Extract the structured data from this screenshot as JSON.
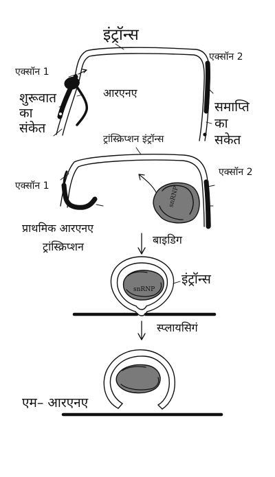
{
  "labels": {
    "intron_top": "इंट्रॉन्स",
    "exon1_top": "एक्सॉन 1",
    "exon2_top": "एक्सॉन 2",
    "start_signal": "शुरूवात\nका\nसंकेत",
    "rna": "आरएनए",
    "stop_signal": "समाप्ति\nका\nसकेत",
    "transcription_intron": "ट्रांस्क्रिप्शन इंट्रॉन्स",
    "exon1_mid": "एक्सॉन 1",
    "exon2_mid": "एक्सॉन 2",
    "primary_rna": "प्राथमिक आरएनए",
    "transcription": "ट्रांस्क्रिप्शन",
    "binding": "बाइडिग",
    "intron_loop": "इंट्रॉन्स",
    "splicing": "स्प्लायसिगं",
    "mrna": "एम– आरएनए",
    "snrnp": "snRNP"
  }
}
